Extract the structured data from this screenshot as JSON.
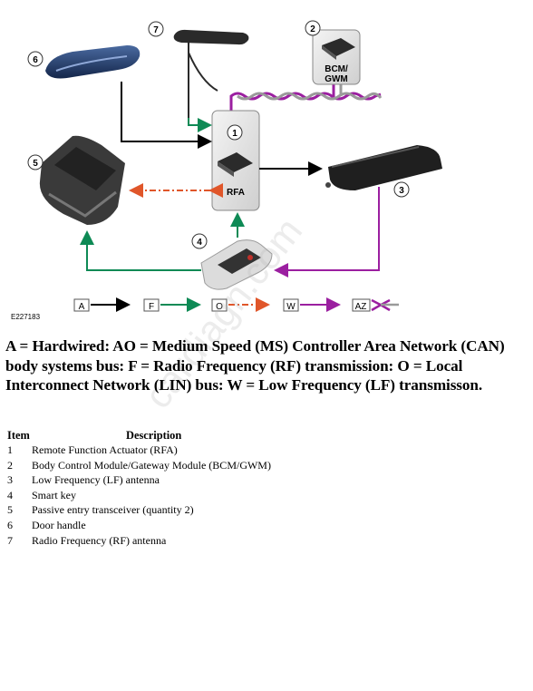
{
  "diagram": {
    "figure_id": "E227183",
    "callouts": [
      "1",
      "2",
      "3",
      "4",
      "5",
      "6",
      "7"
    ],
    "component_labels": {
      "rfa": "RFA",
      "bcm_line1": "BCM/",
      "bcm_line2": "GWM"
    },
    "legend": [
      {
        "key": "A",
        "color": "#000000"
      },
      {
        "key": "F",
        "color": "#0e8a55"
      },
      {
        "key": "O",
        "color": "#e0562a"
      },
      {
        "key": "W",
        "color": "#9b1fa0"
      },
      {
        "key": "AZ",
        "color": "#9b1fa0"
      }
    ],
    "watermark": "cardiagn.com"
  },
  "caption": "A = Hardwired: AO = Medium Speed (MS) Controller Area Network (CAN) body systems bus: F = Radio Frequency (RF) transmission: O = Local Interconnect Network (LIN) bus: W = Low Frequency (LF) transmisson.",
  "table": {
    "headers": {
      "item": "Item",
      "description": "Description"
    },
    "rows": [
      {
        "item": "1",
        "description": "Remote Function Actuator (RFA)"
      },
      {
        "item": "2",
        "description": "Body Control Module/Gateway Module (BCM/GWM)"
      },
      {
        "item": "3",
        "description": "Low Frequency (LF) antenna"
      },
      {
        "item": "4",
        "description": "Smart key"
      },
      {
        "item": "5",
        "description": "Passive entry transceiver (quantity 2)"
      },
      {
        "item": "6",
        "description": "Door handle"
      },
      {
        "item": "7",
        "description": "Radio Frequency (RF) antenna"
      }
    ]
  }
}
